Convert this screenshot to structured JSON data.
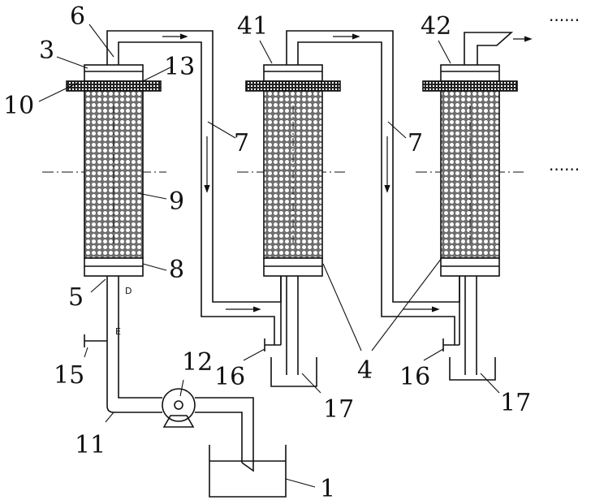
{
  "colors": {
    "ink": "#111111",
    "background": "#ffffff",
    "packing": "#2a2a2a"
  },
  "ellipsis": "......",
  "labels": {
    "l1": "1",
    "l3": "3",
    "l4": "4",
    "l5": "5",
    "l6": "6",
    "l7a": "7",
    "l7b": "7",
    "l8": "8",
    "l9": "9",
    "l10": "10",
    "l11": "11",
    "l12": "12",
    "l13": "13",
    "l15": "15",
    "l16a": "16",
    "l16b": "16",
    "l17a": "17",
    "l17b": "17",
    "l41": "41",
    "l42": "42"
  }
}
